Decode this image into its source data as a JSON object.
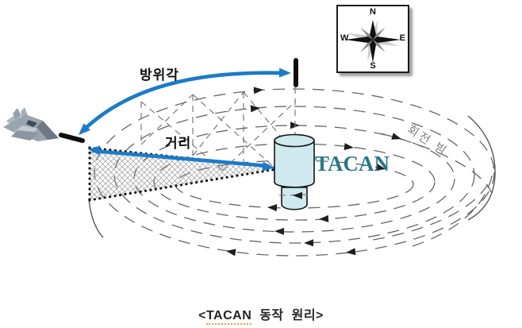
{
  "labels": {
    "azimuth": "방위각",
    "distance": "거리",
    "beacon_name": "TACAN",
    "rotating_beam": "회전 빔"
  },
  "compass": {
    "north": "N",
    "east": "E",
    "south": "S",
    "west": "W"
  },
  "caption": {
    "open": "<",
    "highlight": "TACAN",
    "rest": " 동작 원리",
    "close": ">"
  },
  "colors": {
    "arrow_blue": "#1a7bca",
    "ring_gray": "#666666",
    "beacon_fill": "#cfe9ee",
    "tacan_teal": "#26798a",
    "beam_label_gray": "#7f7f7f",
    "caption_color": "#242424",
    "underline_orange": "#f09c3c"
  }
}
